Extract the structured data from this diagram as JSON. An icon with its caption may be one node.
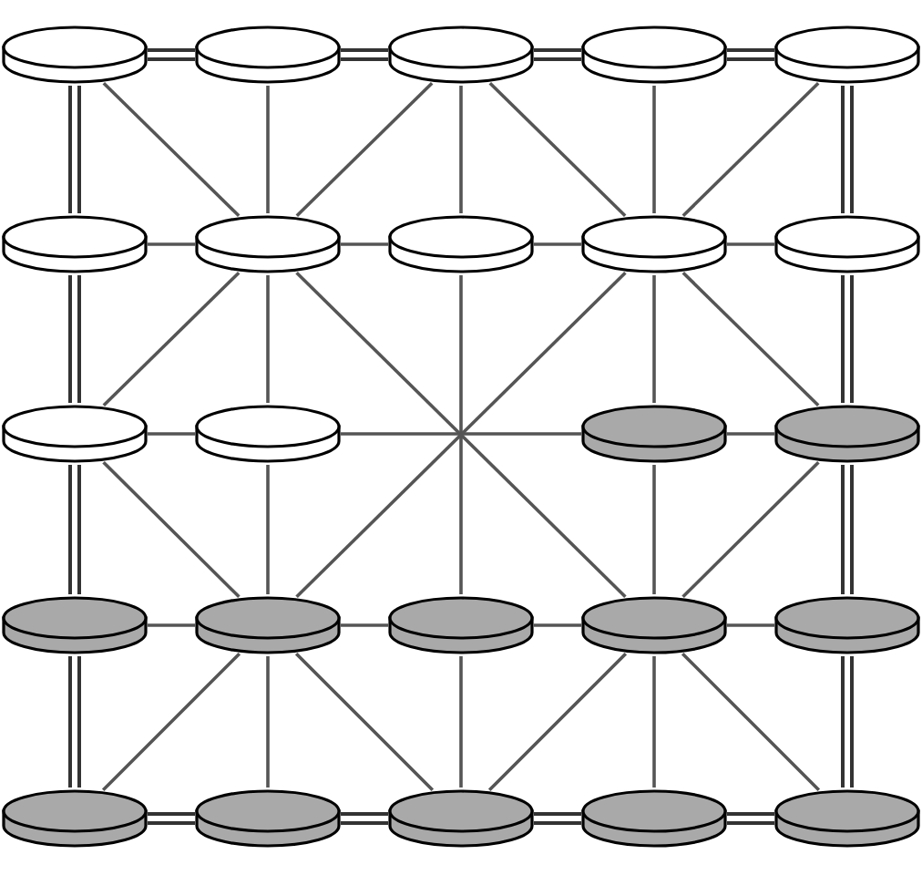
{
  "diagram": {
    "nodes": [
      {
        "text": [],
        "shape": "cylinder"
      },
      {
        "text": [],
        "shape": "cylinder"
      },
      {
        "text": [],
        "shape": "cylinder"
      },
      {
        "text": [],
        "shape": "cylinder"
      },
      {
        "text": [],
        "shape": "cylinder"
      },
      {
        "text": [],
        "shape": "cylinder"
      },
      {
        "text": [],
        "shape": "cylinder"
      },
      {
        "text": [],
        "shape": "cylinder"
      },
      {
        "text": [],
        "shape": "cylinder"
      },
      {
        "text": [],
        "shape": "cylinder"
      },
      {
        "text": [],
        "shape": "cylinder"
      },
      {
        "text": [],
        "shape": "cylinder"
      },
      {
        "text": [],
        "shape": "cylinder"
      },
      {
        "text": [],
        "shape": "cylinder"
      },
      {
        "text": [],
        "shape": "cylinder"
      },
      {
        "text": [],
        "shape": "cylinder"
      },
      {
        "text": [],
        "shape": "cylinder"
      },
      {
        "text": [],
        "shape": "cylinder"
      },
      {
        "text": [],
        "shape": "cylinder"
      },
      {
        "text": [],
        "shape": "cylinder"
      },
      {
        "text": [],
        "shape": "cylinder"
      },
      {
        "text": [],
        "shape": "cylinder"
      },
      {
        "text": [],
        "shape": "cylinder"
      },
      {
        "text": [],
        "shape": "cylinder"
      }
    ],
    "edges": [
      {
        "from": 0,
        "to": 1,
        "arrow": "none",
        "style": "thick"
      },
      {
        "from": 1,
        "to": 2,
        "arrow": "none",
        "style": "thick"
      },
      {
        "from": 2,
        "to": 3,
        "arrow": "none",
        "style": "thick"
      },
      {
        "from": 3,
        "to": 4,
        "arrow": "none",
        "style": "thick"
      },
      {
        "from": 5,
        "to": 6,
        "arrow": "none"
      },
      {
        "from": 6,
        "to": 7,
        "arrow": "none"
      },
      {
        "from": 7,
        "to": 8,
        "arrow": "none"
      },
      {
        "from": 8,
        "to": 9,
        "arrow": "none"
      },
      {
        "from": 10,
        "to": 11,
        "arrow": "none"
      },
      {
        "from": 11,
        "to": 12,
        "arrow": "none"
      },
      {
        "from": 12,
        "to": 13,
        "arrow": "none"
      },
      {
        "from": 14,
        "to": 15,
        "arrow": "none"
      },
      {
        "from": 15,
        "to": 16,
        "arrow": "none"
      },
      {
        "from": 16,
        "to": 17,
        "arrow": "none"
      },
      {
        "from": 17,
        "to": 18,
        "arrow": "none"
      },
      {
        "from": 19,
        "to": 20,
        "arrow": "none",
        "style": "thick"
      },
      {
        "from": 20,
        "to": 21,
        "arrow": "none",
        "style": "thick"
      },
      {
        "from": 21,
        "to": 22,
        "arrow": "none",
        "style": "thick"
      },
      {
        "from": 22,
        "to": 23,
        "arrow": "none",
        "style": "thick"
      },
      {
        "from": 0,
        "to": 5,
        "arrow": "none",
        "style": "thick"
      },
      {
        "from": 5,
        "to": 10,
        "arrow": "none",
        "style": "thick"
      },
      {
        "from": 10,
        "to": 14,
        "arrow": "none",
        "style": "thick"
      },
      {
        "from": 14,
        "to": 19,
        "arrow": "none",
        "style": "thick"
      },
      {
        "from": 1,
        "to": 6,
        "arrow": "none"
      },
      {
        "from": 6,
        "to": 11,
        "arrow": "none"
      },
      {
        "from": 11,
        "to": 15,
        "arrow": "none"
      },
      {
        "from": 15,
        "to": 20,
        "arrow": "none"
      },
      {
        "from": 2,
        "to": 7,
        "arrow": "none"
      },
      {
        "from": 7,
        "to": 16,
        "arrow": "none"
      },
      {
        "from": 16,
        "to": 21,
        "arrow": "none"
      },
      {
        "from": 3,
        "to": 8,
        "arrow": "none"
      },
      {
        "from": 8,
        "to": 12,
        "arrow": "none"
      },
      {
        "from": 12,
        "to": 17,
        "arrow": "none"
      },
      {
        "from": 17,
        "to": 22,
        "arrow": "none"
      },
      {
        "from": 4,
        "to": 9,
        "arrow": "none",
        "style": "thick"
      },
      {
        "from": 9,
        "to": 13,
        "arrow": "none",
        "style": "thick"
      },
      {
        "from": 13,
        "to": 18,
        "arrow": "none",
        "style": "thick"
      },
      {
        "from": 18,
        "to": 23,
        "arrow": "none",
        "style": "thick"
      },
      {
        "from": 0,
        "to": 6,
        "arrow": "none"
      },
      {
        "from": 6,
        "to": 17,
        "arrow": "none"
      },
      {
        "from": 2,
        "to": 6,
        "arrow": "none"
      },
      {
        "from": 2,
        "to": 8,
        "arrow": "none"
      },
      {
        "from": 4,
        "to": 8,
        "arrow": "none"
      },
      {
        "from": 8,
        "to": 15,
        "arrow": "none"
      },
      {
        "from": 6,
        "to": 10,
        "arrow": "none"
      },
      {
        "from": 8,
        "to": 13,
        "arrow": "none"
      },
      {
        "from": 10,
        "to": 15,
        "arrow": "none"
      },
      {
        "from": 15,
        "to": 19,
        "arrow": "none"
      },
      {
        "from": 15,
        "to": 21,
        "arrow": "none"
      },
      {
        "from": 17,
        "to": 21,
        "arrow": "none"
      },
      {
        "from": 17,
        "to": 23,
        "arrow": "none"
      },
      {
        "from": 13,
        "to": 17,
        "arrow": "none"
      }
    ]
  }
}
